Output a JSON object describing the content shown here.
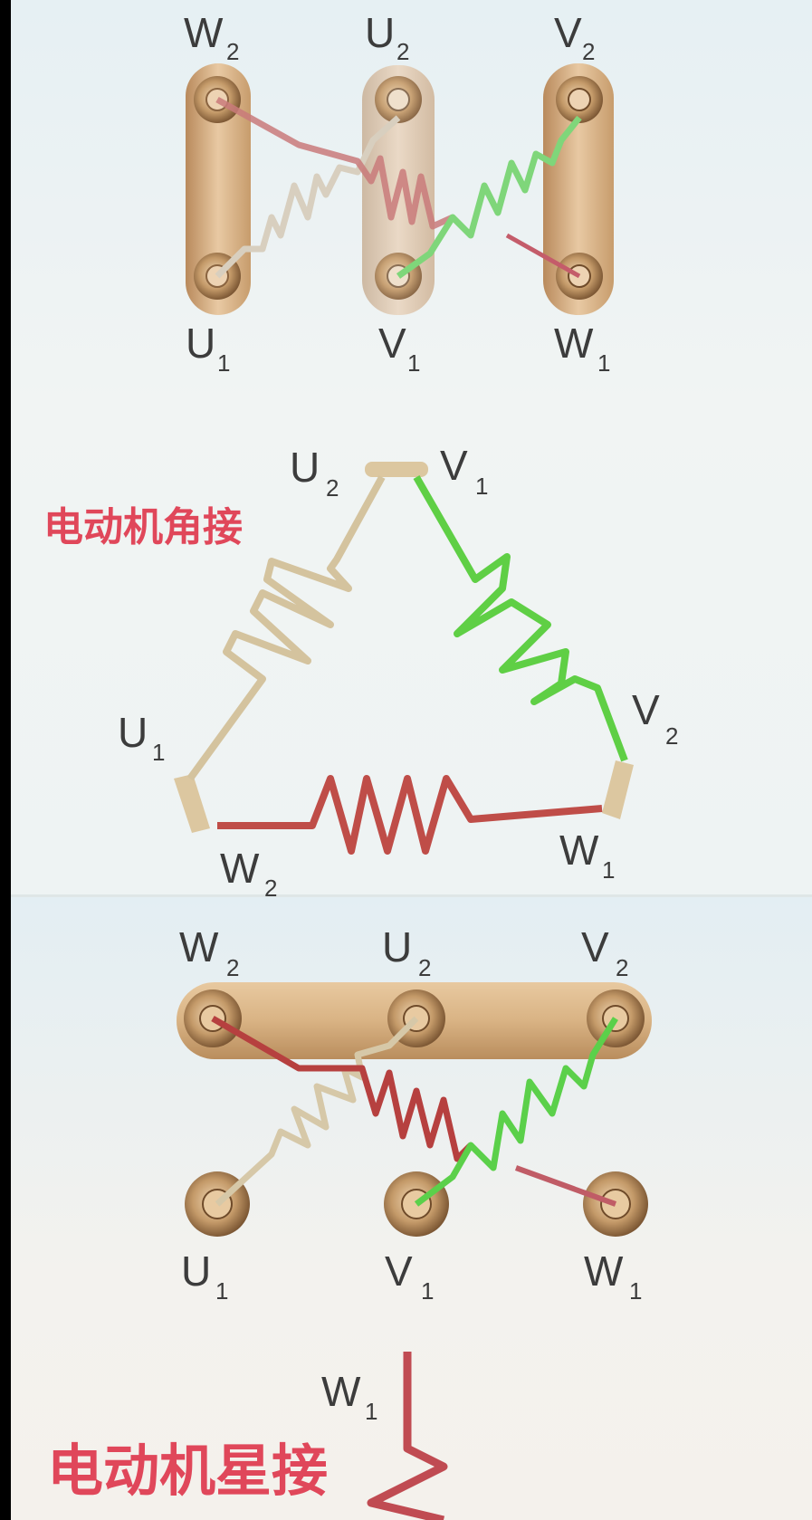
{
  "diagram": {
    "type": "motor-winding-connection",
    "sections": [
      {
        "id": "terminal-block-delta",
        "top_labels": [
          {
            "letter": "W",
            "sub": "2"
          },
          {
            "letter": "U",
            "sub": "2"
          },
          {
            "letter": "V",
            "sub": "2"
          }
        ],
        "bottom_labels": [
          {
            "letter": "U",
            "sub": "1"
          },
          {
            "letter": "V",
            "sub": "1"
          },
          {
            "letter": "W",
            "sub": "1"
          }
        ],
        "links": "three vertical links (delta)"
      },
      {
        "id": "delta-schematic",
        "title": "电动机角接",
        "vertex_labels": [
          {
            "letter": "U",
            "sub": "2"
          },
          {
            "letter": "V",
            "sub": "1"
          },
          {
            "letter": "U",
            "sub": "1"
          },
          {
            "letter": "V",
            "sub": "2"
          },
          {
            "letter": "W",
            "sub": "2"
          },
          {
            "letter": "W",
            "sub": "1"
          }
        ]
      },
      {
        "id": "terminal-block-star",
        "top_labels": [
          {
            "letter": "W",
            "sub": "2"
          },
          {
            "letter": "U",
            "sub": "2"
          },
          {
            "letter": "V",
            "sub": "2"
          }
        ],
        "bottom_labels": [
          {
            "letter": "U",
            "sub": "1"
          },
          {
            "letter": "V",
            "sub": "1"
          },
          {
            "letter": "W",
            "sub": "1"
          }
        ],
        "links": "one horizontal link (star)"
      },
      {
        "id": "star-schematic",
        "title": "电动机星接",
        "labels": [
          {
            "letter": "W",
            "sub": "1"
          }
        ]
      }
    ],
    "colors": {
      "winding_u": "#d8cbb0",
      "winding_v": "#5fd14a",
      "winding_w": "#c0504d",
      "link_bar": "#d9b98c",
      "label_text": "#3c3c3c",
      "title_text": "#e0475a"
    }
  }
}
